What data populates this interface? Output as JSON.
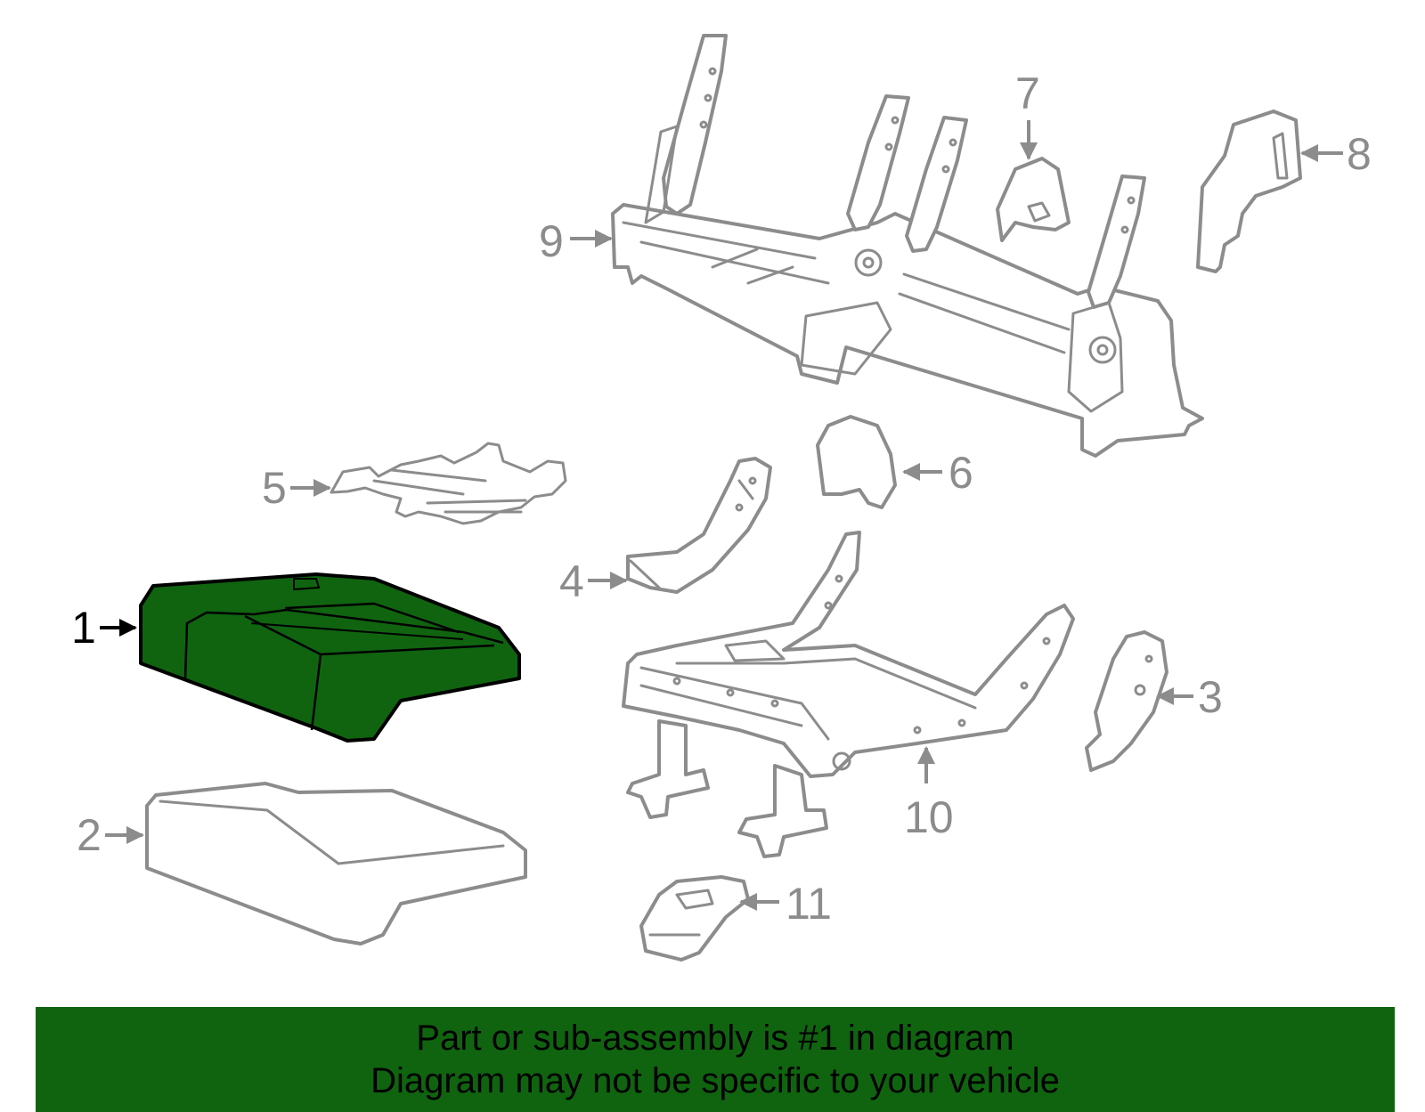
{
  "diagram": {
    "callouts": [
      {
        "id": "1",
        "label": "1"
      },
      {
        "id": "2",
        "label": "2"
      },
      {
        "id": "3",
        "label": "3"
      },
      {
        "id": "4",
        "label": "4"
      },
      {
        "id": "5",
        "label": "5"
      },
      {
        "id": "6",
        "label": "6"
      },
      {
        "id": "7",
        "label": "7"
      },
      {
        "id": "8",
        "label": "8"
      },
      {
        "id": "9",
        "label": "9"
      },
      {
        "id": "10",
        "label": "10"
      },
      {
        "id": "11",
        "label": "11"
      }
    ],
    "highlighted_part": "1",
    "colors": {
      "highlight_fill": "#106410",
      "outline": "#8c8c8c",
      "highlight_label": "#000000",
      "banner_bg": "#106410"
    }
  },
  "banner": {
    "line1": "Part or sub-assembly is #1 in diagram",
    "line2": "Diagram may not be specific to your vehicle"
  }
}
